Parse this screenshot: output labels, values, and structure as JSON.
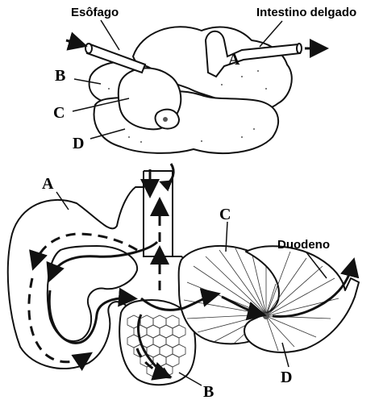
{
  "top_figure": {
    "labels": {
      "esofago": "Esôfago",
      "intestino": "Intestino delgado",
      "a": "A",
      "b": "B",
      "c": "C",
      "d": "D"
    }
  },
  "bottom_figure": {
    "labels": {
      "a": "A",
      "b": "B",
      "c": "C",
      "d": "D",
      "duodeno": "Duodeno"
    }
  },
  "colors": {
    "ink": "#111111",
    "background": "#ffffff"
  }
}
